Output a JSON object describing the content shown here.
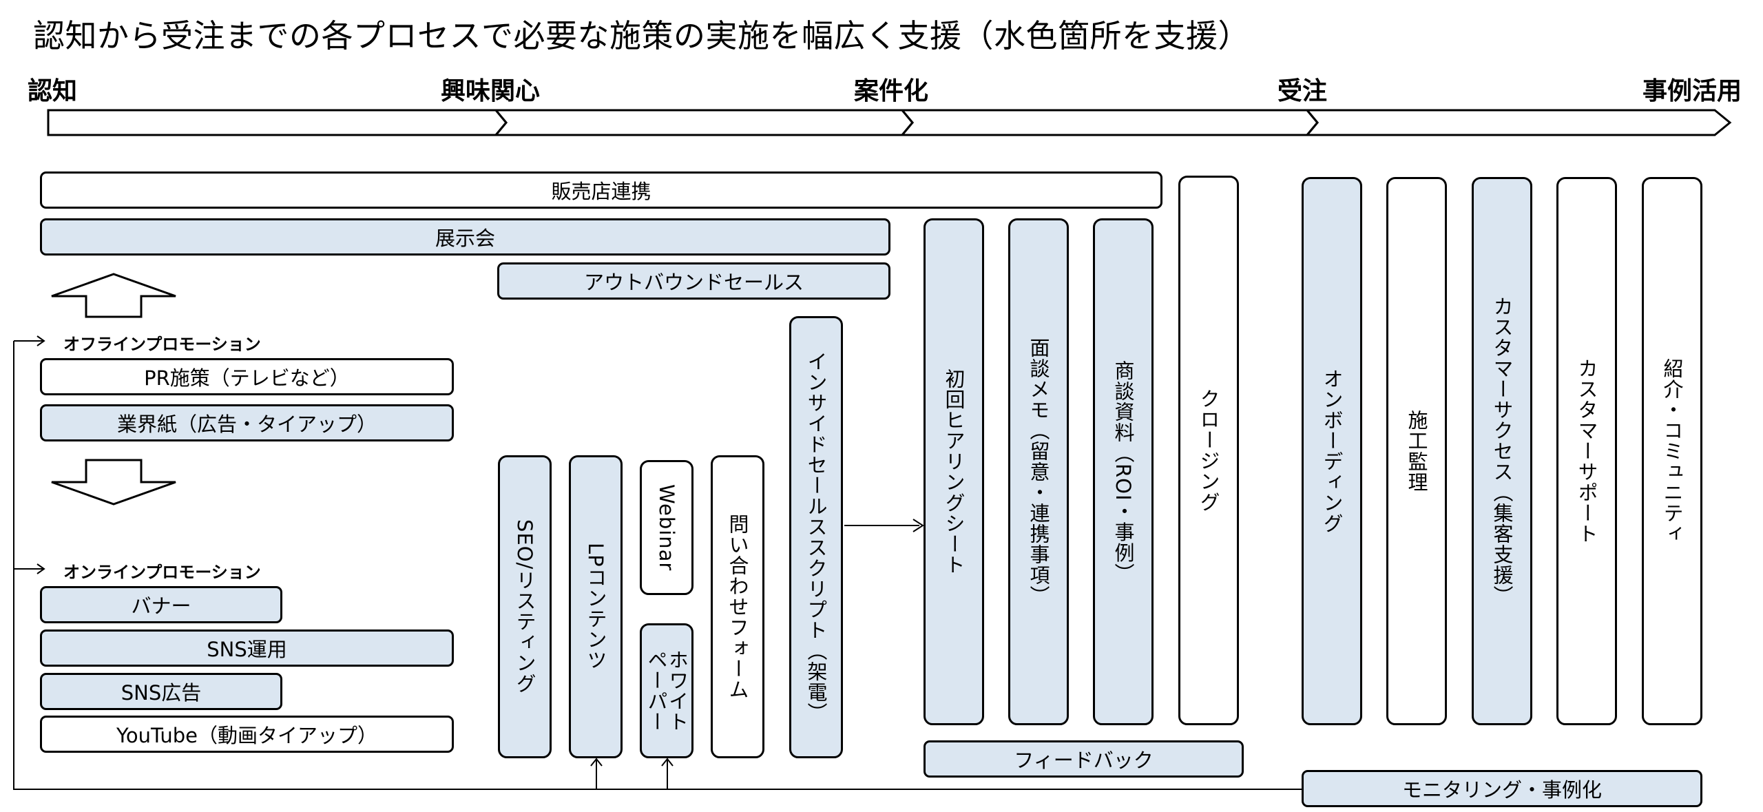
{
  "title": "認知から受注までの各プロセスで必要な施策の実施を幅広く支援（水色箇所を支援）",
  "stages": [
    "認知",
    "興味関心",
    "案件化",
    "受注",
    "事例活用"
  ],
  "sections": {
    "offline": "オフラインプロモーション",
    "online": "オンラインプロモーション"
  },
  "boxes": {
    "sales_partner": "販売店連携",
    "exhibition": "展示会",
    "outbound": "アウトバウンドセールス",
    "pr": "PR施策（テレビなど）",
    "trade_paper": "業界紙（広告・タイアップ）",
    "banner": "バナー",
    "sns_ops": "SNS運用",
    "sns_ads": "SNS広告",
    "youtube": "YouTube（動画タイアップ）",
    "seo": "SEO/リスティング",
    "lp": "LPコンテンツ",
    "webinar": "Webinar",
    "whitepaper_1": "ホワイト",
    "whitepaper_2": "ペーパー",
    "inquiry": "問い合わせフォーム",
    "inside_sales": "インサイドセールススクリプト（架電）",
    "hearing": "初回ヒアリングシート",
    "memo": "面談メモ（留意・連携事項）",
    "materials": "商談資料（ROI・事例）",
    "closing": "クロージング",
    "onboarding": "オンボーディング",
    "construction": "施工監理",
    "cs": "カスタマーサクセス（集客支援）",
    "support": "カスタマーサポート",
    "referral": "紹介・コミュニティ",
    "feedback": "フィードバック",
    "monitoring": "モニタリング・事例化"
  },
  "colors": {
    "supported": "#dbe6f1",
    "normal": "#ffffff",
    "line": "#000000"
  }
}
